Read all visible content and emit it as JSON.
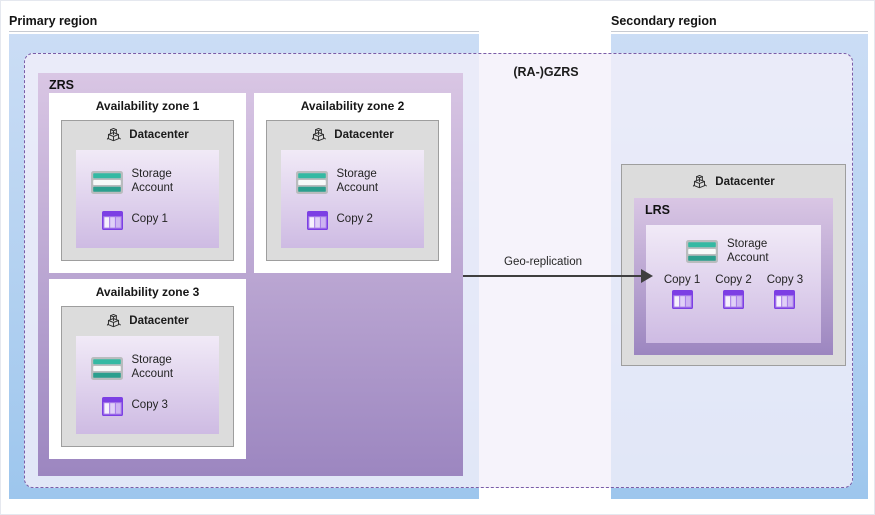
{
  "regions": {
    "primary_label": "Primary region",
    "secondary_label": "Secondary region"
  },
  "overlay": {
    "label": "(RA-)GZRS"
  },
  "zrs": {
    "label": "ZRS",
    "zones": [
      {
        "title": "Availability zone 1",
        "datacenter": "Datacenter",
        "storage": "Storage Account",
        "copy": "Copy 1"
      },
      {
        "title": "Availability zone 2",
        "datacenter": "Datacenter",
        "storage": "Storage Account",
        "copy": "Copy 2"
      },
      {
        "title": "Availability zone 3",
        "datacenter": "Datacenter",
        "storage": "Storage Account",
        "copy": "Copy 3"
      }
    ]
  },
  "geo": {
    "label": "Geo-replication"
  },
  "secondary_site": {
    "datacenter": "Datacenter",
    "lrs_label": "LRS",
    "storage": "Storage Account",
    "copies": [
      "Copy 1",
      "Copy 2",
      "Copy 3"
    ]
  },
  "colors": {
    "region_fill_top": "#cbddf5",
    "region_fill_bottom": "#9dc6ed",
    "overlay_fill": "rgba(243,240,250,0.78)",
    "overlay_border": "#7a5ca8",
    "purple_top": "#d9c6e4",
    "purple_bottom": "#9c86c0",
    "panel_top": "#f1eaf7",
    "panel_bottom": "#cebbe3",
    "datacenter_gray": "#dcdcdc",
    "teal": "#34b9a3",
    "teal_dark": "#2b9f8e",
    "copy_purple": "#7c3fe4",
    "arrow": "#3f3f3f"
  }
}
